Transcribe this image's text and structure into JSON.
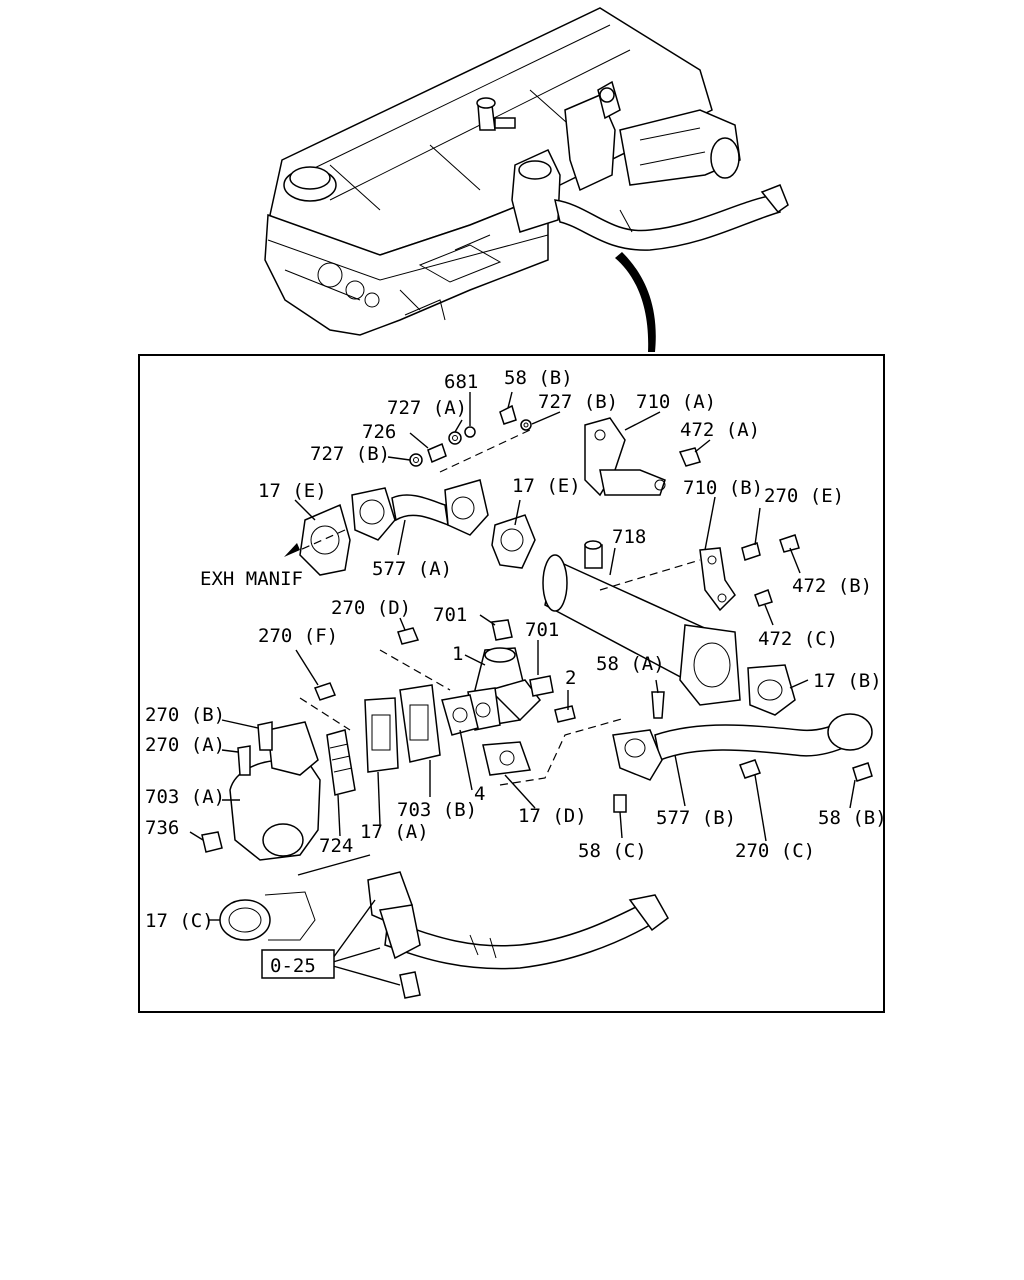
{
  "labels": {
    "p681": "681",
    "p58b_top": "58 (B)",
    "p727a": "727 (A)",
    "p727b_top": "727 (B)",
    "p726": "726",
    "p727b_left": "727 (B)",
    "p710a": "710 (A)",
    "p472a": "472 (A)",
    "p17e_left": "17 (E)",
    "p17e_mid": "17 (E)",
    "p710b": "710 (B)",
    "p270e": "270 (E)",
    "p718": "718",
    "exh_manif": "EXH MANIF",
    "p577a": "577 (A)",
    "p472b": "472 (B)",
    "p472c": "472 (C)",
    "p270d": "270 (D)",
    "p701_top": "701",
    "p701_right": "701",
    "p270f": "270 (F)",
    "p1": "1",
    "p2": "2",
    "p58a": "58 (A)",
    "p17b": "17 (B)",
    "p270b": "270 (B)",
    "p270a": "270 (A)",
    "p703a": "703 (A)",
    "p703b": "703 (B)",
    "p4": "4",
    "p736": "736",
    "p724": "724",
    "p17a": "17 (A)",
    "p17d": "17 (D)",
    "p577b": "577 (B)",
    "p58b_right": "58 (B)",
    "p58c": "58 (C)",
    "p270c": "270 (C)",
    "p17c": "17 (C)",
    "ref_025": "0-25"
  }
}
